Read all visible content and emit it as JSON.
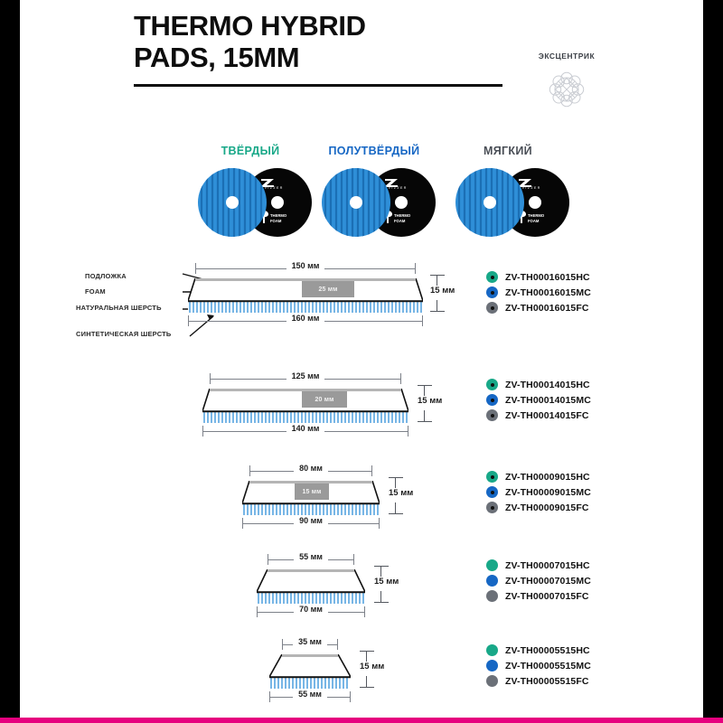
{
  "header": {
    "title_line1": "THERMO HYBRID",
    "title_line2": "PADS, 15MM",
    "eccentric_label": "ЭКСЦЕНТРИК",
    "eccentric_icon": "rosette-spirograph-icon"
  },
  "colors": {
    "hard": "#18a888",
    "medium": "#1667c4",
    "soft": "#6b7078",
    "wool_blue": "#2f8fd8",
    "foam_black": "#060606",
    "accent_magenta": "#e6007e",
    "frame_black": "#000000",
    "dim_gray": "#7d8189",
    "center_block_gray": "#9a9a9a"
  },
  "hardness": [
    {
      "label": "ТВЁРДЫЙ",
      "color": "#18a888",
      "brand_top": "ZVIZZER",
      "brand_bottom": "THERMO FOAM"
    },
    {
      "label": "ПОЛУТВЁРДЫЙ",
      "color": "#1667c4",
      "brand_top": "ZVIZZER",
      "brand_bottom": "THERMO FOAM"
    },
    {
      "label": "МЯГКИЙ",
      "color": "#4a4f57",
      "brand_top": "ZVIZZER",
      "brand_bottom": "THERMO FOAM"
    }
  ],
  "layer_callouts": [
    "ПОДЛОЖКА",
    "FOAM",
    "НАТУРАЛЬНАЯ ШЕРСТЬ",
    "СИНТЕТИЧЕСКАЯ ШЕРСТЬ"
  ],
  "specs": [
    {
      "top_dim": "150 мм",
      "bottom_dim": "160 мм",
      "center_dim": "25 мм",
      "height_dim": "15 мм",
      "has_center_block": true,
      "skus": [
        {
          "code": "ZV-TH00016015HC",
          "color": "#18a888",
          "hollow": true
        },
        {
          "code": "ZV-TH00016015MC",
          "color": "#1667c4",
          "hollow": true
        },
        {
          "code": "ZV-TH00016015FC",
          "color": "#6b7078",
          "hollow": true
        }
      ]
    },
    {
      "top_dim": "125 мм",
      "bottom_dim": "140 мм",
      "center_dim": "20 мм",
      "height_dim": "15 мм",
      "has_center_block": true,
      "skus": [
        {
          "code": "ZV-TH00014015HC",
          "color": "#18a888",
          "hollow": true
        },
        {
          "code": "ZV-TH00014015MC",
          "color": "#1667c4",
          "hollow": true
        },
        {
          "code": "ZV-TH00014015FC",
          "color": "#6b7078",
          "hollow": true
        }
      ]
    },
    {
      "top_dim": "80 мм",
      "bottom_dim": "90 мм",
      "center_dim": "15 мм",
      "height_dim": "15 мм",
      "has_center_block": true,
      "skus": [
        {
          "code": "ZV-TH00009015HC",
          "color": "#18a888",
          "hollow": true
        },
        {
          "code": "ZV-TH00009015MC",
          "color": "#1667c4",
          "hollow": true
        },
        {
          "code": "ZV-TH00009015FC",
          "color": "#6b7078",
          "hollow": true
        }
      ]
    },
    {
      "top_dim": "55 мм",
      "bottom_dim": "70 мм",
      "center_dim": "",
      "height_dim": "15 мм",
      "has_center_block": false,
      "skus": [
        {
          "code": "ZV-TH00007015HC",
          "color": "#18a888",
          "hollow": false
        },
        {
          "code": "ZV-TH00007015MC",
          "color": "#1667c4",
          "hollow": false
        },
        {
          "code": "ZV-TH00007015FC",
          "color": "#6b7078",
          "hollow": false
        }
      ]
    },
    {
      "top_dim": "35 мм",
      "bottom_dim": "55 мм",
      "center_dim": "",
      "height_dim": "15 мм",
      "has_center_block": false,
      "skus": [
        {
          "code": "ZV-TH00005515HC",
          "color": "#18a888",
          "hollow": false
        },
        {
          "code": "ZV-TH00005515MC",
          "color": "#1667c4",
          "hollow": false
        },
        {
          "code": "ZV-TH00005515FC",
          "color": "#6b7078",
          "hollow": false
        }
      ]
    }
  ]
}
